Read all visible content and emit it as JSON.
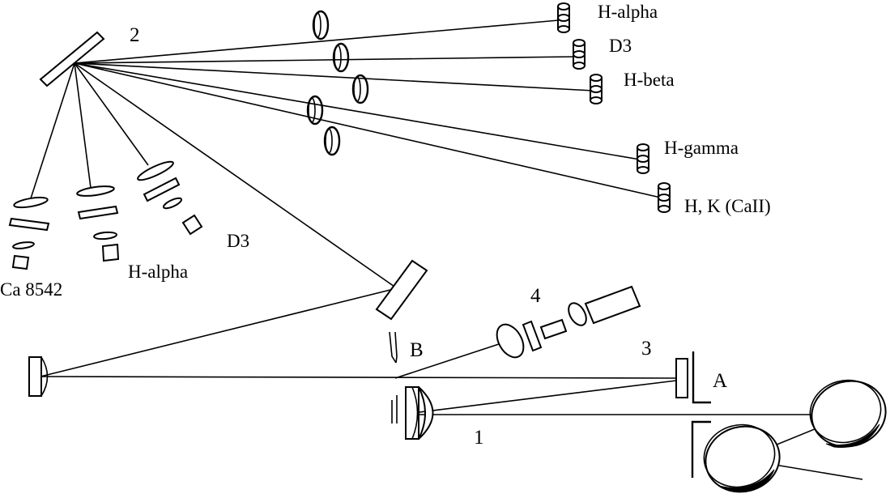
{
  "filter_channels": [
    {
      "label": "H-alpha"
    },
    {
      "label": "D3"
    },
    {
      "label": "H-beta"
    },
    {
      "label": "H-gamma"
    },
    {
      "label": "H, K (CaII)"
    }
  ],
  "lower_channels": [
    {
      "label": "Ca 8542"
    },
    {
      "label": "H-alpha"
    },
    {
      "label": "D3"
    }
  ],
  "markers": {
    "n1": "1",
    "n2": "2",
    "n3": "3",
    "n4": "4",
    "a": "A",
    "b": "B"
  }
}
